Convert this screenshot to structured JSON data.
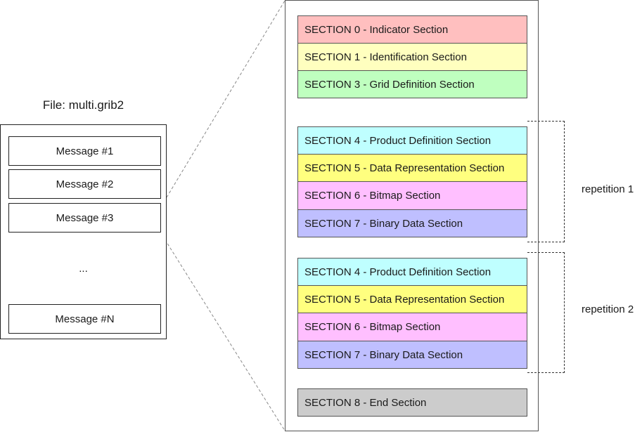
{
  "file": {
    "title": "File: multi.grib2",
    "messages": [
      "Message #1",
      "Message #2",
      "Message #3"
    ],
    "ellipsis": "...",
    "last_message": "Message #N"
  },
  "message_structure": {
    "header_sections": [
      {
        "label": "SECTION 0 - Indicator Section",
        "color": "#ffbfbf"
      },
      {
        "label": "SECTION 1 - Identification Section",
        "color": "#ffffbf"
      },
      {
        "label": "SECTION 3 - Grid Definition Section",
        "color": "#bfffbf"
      }
    ],
    "repetitions": [
      {
        "label": "repetition 1",
        "sections": [
          {
            "label": "SECTION 4 - Product Definition Section",
            "color": "#bfffff"
          },
          {
            "label": "SECTION 5 - Data Representation Section",
            "color": "#ffff7f"
          },
          {
            "label": "SECTION 6 - Bitmap Section",
            "color": "#ffbfff"
          },
          {
            "label": "SECTION 7 - Binary Data Section",
            "color": "#bfbfff"
          }
        ]
      },
      {
        "label": "repetition 2",
        "sections": [
          {
            "label": "SECTION 4 - Product Definition Section",
            "color": "#bfffff"
          },
          {
            "label": "SECTION 5 - Data Representation Section",
            "color": "#ffff7f"
          },
          {
            "label": "SECTION 6 - Bitmap Section",
            "color": "#ffbfff"
          },
          {
            "label": "SECTION 7 - Binary Data Section",
            "color": "#bfbfff"
          }
        ]
      }
    ],
    "end_section": {
      "label": "SECTION 8 - End Section",
      "color": "#cccccc"
    }
  }
}
